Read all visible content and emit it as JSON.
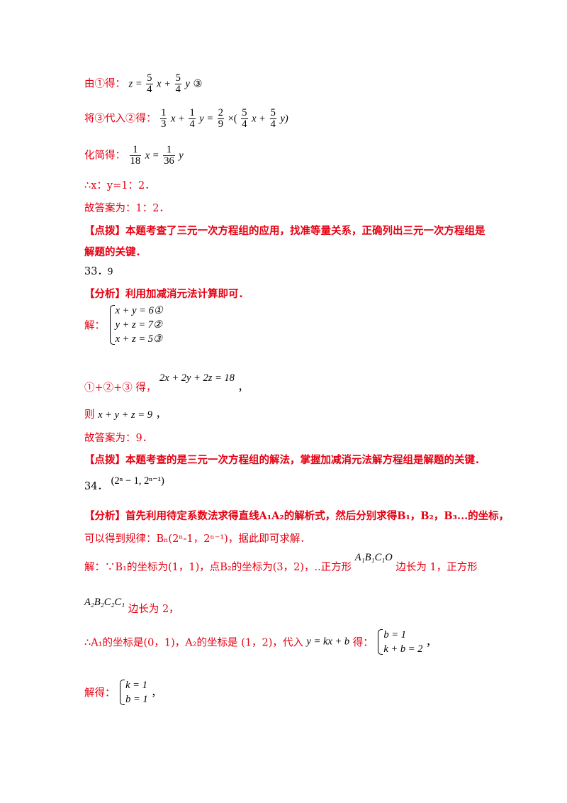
{
  "lines": {
    "l1_prefix": "由①得：",
    "l1_math_a": "z =",
    "l1_frac1": [
      "5",
      "4"
    ],
    "l1_math_b": "x +",
    "l1_frac2": [
      "5",
      "4"
    ],
    "l1_math_c": "y",
    "l1_mark": "③",
    "l2_prefix": "将③代入②得：",
    "l2_frac1": [
      "1",
      "3"
    ],
    "l2_math_a": "x +",
    "l2_frac2": [
      "1",
      "4"
    ],
    "l2_math_b": "y =",
    "l2_frac3": [
      "2",
      "9"
    ],
    "l2_math_c": "×(",
    "l2_frac4": [
      "5",
      "4"
    ],
    "l2_math_d": "x +",
    "l2_frac5": [
      "5",
      "4"
    ],
    "l2_math_e": "y)",
    "l3_prefix": "化简得：",
    "l3_frac1": [
      "1",
      "18"
    ],
    "l3_math_a": "x =",
    "l3_frac2": [
      "1",
      "36"
    ],
    "l3_math_b": "y",
    "l4": "∴x：y=1：2．",
    "l5": "故答案为：1：2．",
    "l6_tag": "【点拨】",
    "l6_text": "本题考查了三元一次方程组的应用，找准等量关系，正确列出三元一次方程组是",
    "l7": "解题的关键．",
    "q33_num": "33．",
    "q33_ans": "9",
    "a33_tag": "【分析】",
    "a33_text": "利用加减消元法计算即可．",
    "s33_prefix": "解：",
    "s33_sys": [
      "x + y = 6①",
      "y + z = 7②",
      "x + z = 5③"
    ],
    "s33_l2_prefix": "①+②+③ 得，",
    "s33_l2_math": "2x + 2y + 2z = 18",
    "s33_l2_suffix": "，",
    "s33_l3_prefix": "则",
    "s33_l3_math": "x + y + z = 9",
    "s33_l3_suffix": "，",
    "s33_l4": "故答案为：9．",
    "d33_tag": "【点拨】",
    "d33_text": "本题考查的是三元一次方程组的解法，掌握加减消元法解方程组是解题的关键．",
    "q34_num": "34．",
    "q34_ans": "(2ⁿ − 1, 2ⁿ⁻¹)",
    "a34_tag": "【分析】",
    "a34_text": "首先利用待定系数法求得直线A₁A₂的解析式，然后分别求得B₁，B₂，B₃...的坐标，",
    "a34_text2": "可以得到规律：Bₙ(2ⁿ-1，2ⁿ⁻¹)，据此即可求解．",
    "s34_l1_prefix": "解：∵B₁的坐标为(1，1)，点B₂的坐标为(3，2)，..正方形",
    "s34_l1_math": "A₁B₁C₁O",
    "s34_l1_suffix": "边长为 1，正方形",
    "s34_l2_math": "A₂B₂C₂C₁",
    "s34_l2_suffix": "边长为 2，",
    "s34_l3_prefix": "∴A₁的坐标是(0，1)，A₂的坐标是 (1，2)，代入",
    "s34_l3_math": "y = kx + b",
    "s34_l3_mid": "得：",
    "s34_l3_sys": [
      "b = 1",
      "k + b = 2"
    ],
    "s34_l3_suffix": "，",
    "s34_l4_prefix": "解得：",
    "s34_l4_sys": [
      "k = 1",
      "b = 1"
    ],
    "s34_l4_suffix": "，"
  }
}
